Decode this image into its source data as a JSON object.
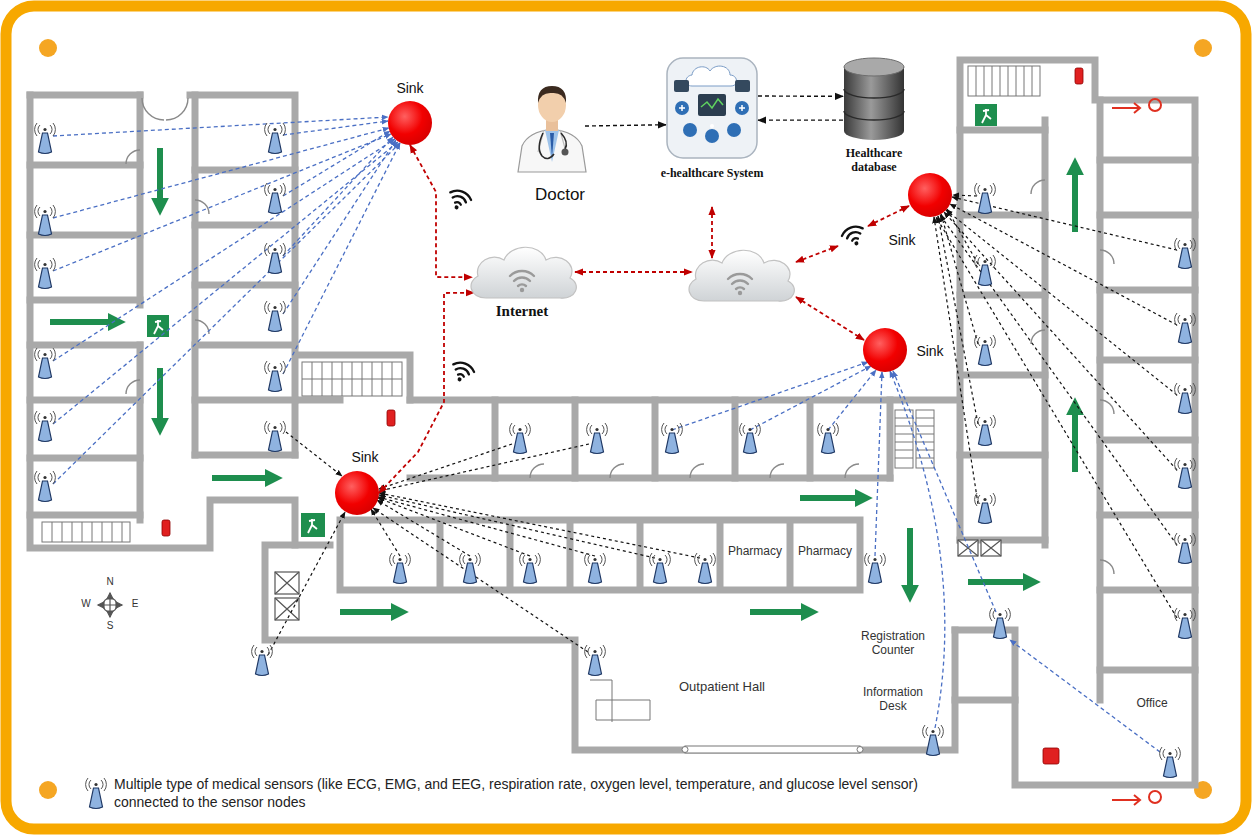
{
  "diagram": {
    "nodes": [
      {
        "text": [
          "Sink"
        ]
      },
      {
        "text": [
          "Doctor"
        ]
      },
      {
        "text": [
          "e-healthcare System"
        ]
      },
      {
        "text": [
          "Healthcare database"
        ]
      },
      {
        "text": [
          "Sink"
        ]
      },
      {
        "text": [
          "Internet"
        ]
      },
      {
        "text": [
          "Sink"
        ]
      },
      {
        "text": [
          "Sink"
        ]
      }
    ],
    "edges": [
      {
        "from": 1,
        "to": 2,
        "arrow": "to"
      },
      {
        "from": 2,
        "to": 3,
        "arrow": "to"
      },
      {
        "from": 3,
        "to": 2,
        "arrow": "to"
      },
      {
        "from": 0,
        "to": 5,
        "arrow": "both"
      },
      {
        "from": 7,
        "to": 5,
        "arrow": "both"
      }
    ],
    "labels": [
      "Pharmacy",
      "Pharmacy",
      "Registration Counter",
      "Information Desk",
      "Outpatient Hall",
      "Office",
      "N",
      "W",
      "E",
      "S"
    ],
    "legend": [
      {
        "text": "Multiple type of medical sensors (like ECG, EMG, and EEG, respiration rate, oxygen level, temperature, and glucose level sensor) connected to the sensor nodes"
      }
    ]
  }
}
